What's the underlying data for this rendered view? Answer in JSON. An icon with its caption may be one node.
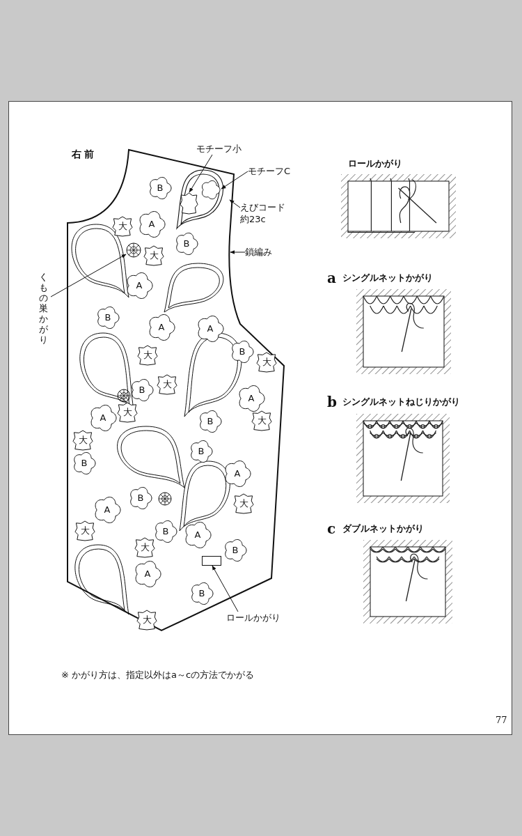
{
  "diagram": {
    "nodes": [
      {
        "text": [
          "右前"
        ]
      },
      {
        "text": [
          "B"
        ],
        "in": 0
      },
      {
        "text": [
          "大"
        ],
        "in": 0
      },
      {
        "text": [
          "A"
        ],
        "in": 0
      },
      {
        "text": [
          "B"
        ],
        "in": 0
      },
      {
        "text": [
          "大"
        ],
        "in": 0
      },
      {
        "text": [
          "A"
        ],
        "in": 0
      },
      {
        "text": [
          "B"
        ],
        "in": 0
      },
      {
        "text": [
          "A"
        ],
        "in": 0
      },
      {
        "text": [
          "A"
        ],
        "in": 0
      },
      {
        "text": [
          "B"
        ],
        "in": 0
      },
      {
        "text": [
          "大"
        ],
        "in": 0
      },
      {
        "text": [
          "大"
        ],
        "in": 0
      },
      {
        "text": [
          "大"
        ],
        "in": 0
      },
      {
        "text": [
          "B"
        ],
        "in": 0
      },
      {
        "text": [
          "A"
        ],
        "in": 0
      },
      {
        "text": [
          "大"
        ],
        "in": 0
      },
      {
        "text": [
          "A"
        ],
        "in": 0
      },
      {
        "text": [
          "B"
        ],
        "in": 0
      },
      {
        "text": [
          "大"
        ],
        "in": 0
      },
      {
        "text": [
          "大"
        ],
        "in": 0
      },
      {
        "text": [
          "B"
        ],
        "in": 0
      },
      {
        "text": [
          "B"
        ],
        "in": 0
      },
      {
        "text": [
          "A"
        ],
        "in": 0
      },
      {
        "text": [
          "B"
        ],
        "in": 0
      },
      {
        "text": [
          "大"
        ],
        "in": 0
      },
      {
        "text": [
          "A"
        ],
        "in": 0
      },
      {
        "text": [
          "大"
        ],
        "in": 0
      },
      {
        "text": [
          "B"
        ],
        "in": 0
      },
      {
        "text": [
          "A"
        ],
        "in": 0
      },
      {
        "text": [
          "大"
        ],
        "in": 0
      },
      {
        "text": [
          "B"
        ],
        "in": 0
      },
      {
        "text": [
          "A"
        ],
        "in": 0
      },
      {
        "text": [
          "B"
        ],
        "in": 0
      },
      {
        "text": [
          "大"
        ],
        "in": 0
      },
      {
        "text": [],
        "shape": "picture",
        "in": 0
      },
      {
        "text": [],
        "shape": "picture",
        "in": 35
      },
      {
        "text": [],
        "shape": "picture",
        "in": 35
      },
      {
        "text": [],
        "shape": "picture",
        "in": 0
      },
      {
        "text": [],
        "shape": "box",
        "in": 0
      },
      {
        "text": [
          "モチーフ小"
        ]
      },
      {
        "text": [
          "モチーフC"
        ]
      },
      {
        "text": [
          "えびコード約23c"
        ]
      },
      {
        "text": [
          "鎖編み"
        ]
      },
      {
        "text": [
          "くもの巣かがり"
        ]
      },
      {
        "text": [
          "ロールかがり"
        ]
      },
      {
        "text": [
          "ロールかがり"
        ]
      },
      {
        "text": [
          "a",
          "シングルネットかがり"
        ]
      },
      {
        "text": [
          "b",
          "シングルネットねじりかがり"
        ]
      },
      {
        "text": [
          "c",
          "ダブルネットかがり"
        ]
      }
    ],
    "edges": [
      {
        "from": 40,
        "to": 36,
        "arrow": "to"
      },
      {
        "from": 41,
        "to": 37,
        "arrow": "to"
      },
      {
        "from": 42,
        "to": 35,
        "arrow": "to"
      },
      {
        "from": 43,
        "to": 0,
        "arrow": "to"
      },
      {
        "from": 44,
        "to": 38,
        "arrow": "to"
      },
      {
        "from": 45,
        "to": 39,
        "arrow": "to"
      }
    ],
    "labels": [
      "※ かがり方は、指定以外はa～cの方法でかがる",
      "77"
    ]
  }
}
